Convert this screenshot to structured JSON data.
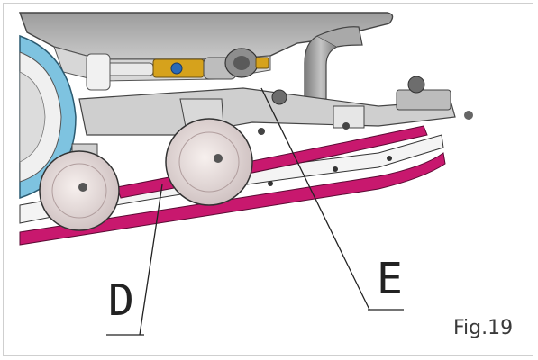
{
  "figure": {
    "caption": "Fig.19",
    "callouts": [
      {
        "id": "D",
        "label": "D"
      },
      {
        "id": "E",
        "label": "E"
      }
    ]
  },
  "colors": {
    "squeegee_magenta": "#c8186e",
    "body_gray": "#b9b9b9",
    "tire_blue": "#7ec3e0",
    "fitting_brass": "#d6a21c",
    "fitting_blue": "#2a6ab8",
    "outline": "#333333"
  }
}
